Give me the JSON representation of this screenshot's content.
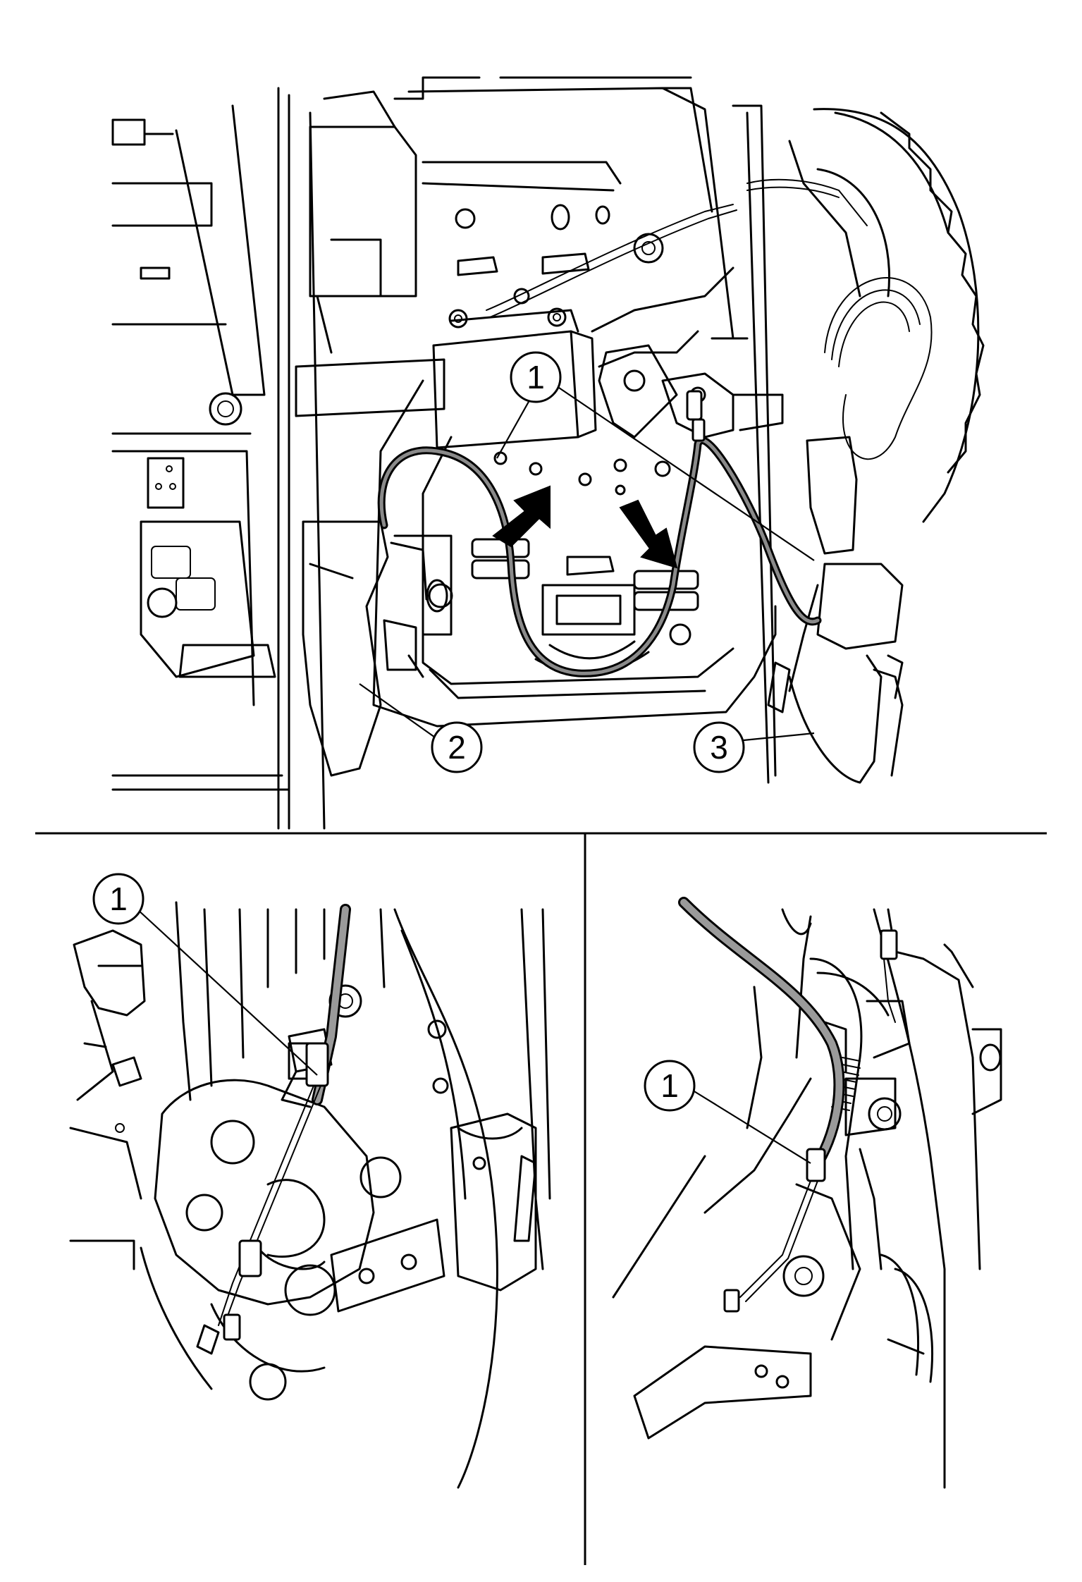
{
  "callouts": {
    "main_1": "1",
    "main_2": "2",
    "main_3": "3",
    "bottom_left_1": "1",
    "bottom_right_1": "1"
  },
  "colors": {
    "line": "#000000",
    "background": "#ffffff",
    "cable_fill": "#8a8a8a"
  },
  "icons": [
    "direction-arrow-icon",
    "direction-arrow-icon"
  ]
}
